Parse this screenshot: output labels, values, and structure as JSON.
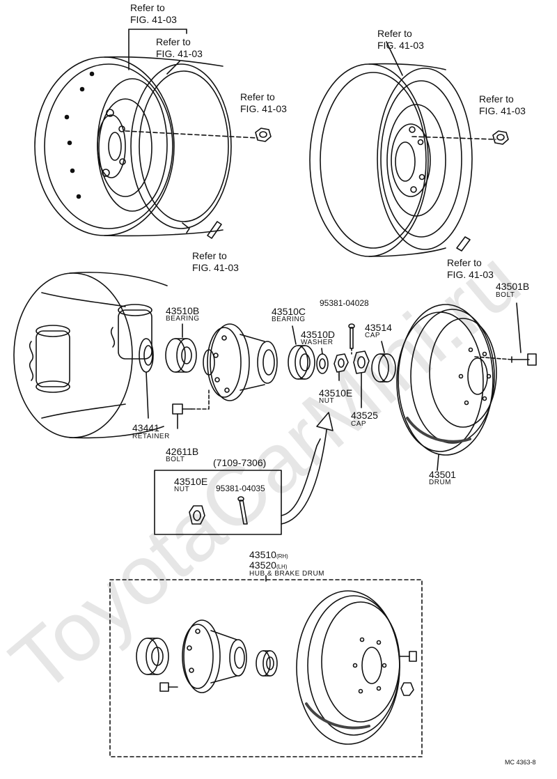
{
  "reference_notes": {
    "top_left_a": "Refer to\nFIG. 41-03",
    "top_left_b": "Refer to\nFIG. 41-03",
    "left_nut": "Refer to\nFIG. 41-03",
    "left_bottom": "Refer to\nFIG. 41-03",
    "right_top": "Refer to\nFIG. 41-03",
    "right_nut": "Refer to\nFIG. 41-03",
    "right_bottom": "Refer to\nFIG. 41-03"
  },
  "parts": {
    "bearing_outer": {
      "number": "43510B",
      "name": "BEARING"
    },
    "bearing_inner": {
      "number": "43510C",
      "name": "BEARING"
    },
    "washer": {
      "number": "43510D",
      "name": "WASHER"
    },
    "cotter_pin": {
      "number": "95381-04028"
    },
    "cap_grease": {
      "number": "43514",
      "name": "CAP"
    },
    "drum_bolt": {
      "number": "43501B",
      "name": "BOLT"
    },
    "retainer": {
      "number": "43441",
      "name": "RETAINER"
    },
    "hub_nut": {
      "number": "43510E",
      "name": "NUT"
    },
    "nut_cap": {
      "number": "43525",
      "name": "CAP"
    },
    "hub_bolt": {
      "number": "42611B",
      "name": "BOLT"
    },
    "drum": {
      "number": "43501",
      "name": "DRUM"
    }
  },
  "variant_box": {
    "range": "(7109-7306)",
    "nut": {
      "number": "43510E",
      "name": "NUT"
    },
    "pin": {
      "number": "95381-04035"
    }
  },
  "assembly": {
    "rh": "43510",
    "rh_suffix": "(RH)",
    "lh": "43520",
    "lh_suffix": "(LH)",
    "name": "HUB & BRAKE DRUM"
  },
  "watermark": "ToyotaCarMini.ru",
  "diagram_code": "MC 4363-8"
}
